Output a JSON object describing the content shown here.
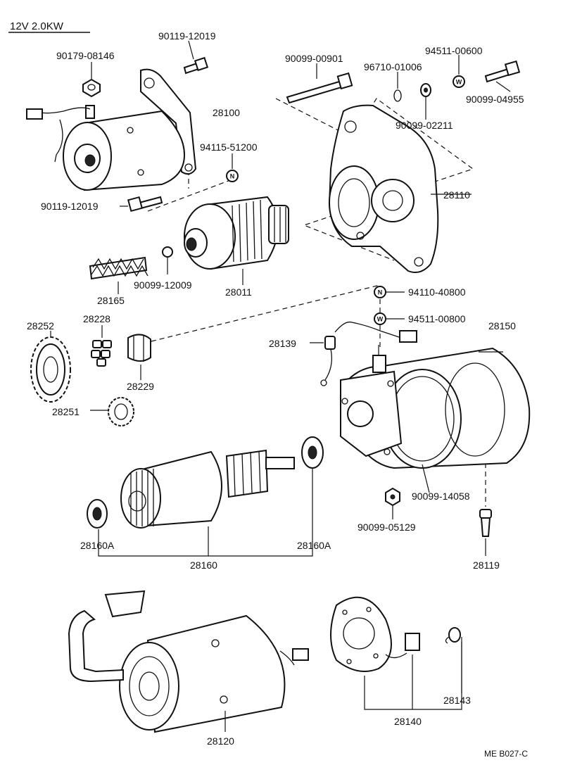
{
  "title": "12V 2.0KW",
  "drawing_code": "ME B027-C",
  "symbols": {
    "n": "N",
    "w": "W"
  },
  "labels": {
    "l90119_top": "90119-12019",
    "l90179": "90179-08146",
    "l90099_00901": "90099-00901",
    "l96710": "96710-01006",
    "l94511_00600": "94511-00600",
    "l90099_04955": "90099-04955",
    "l28100": "28100",
    "l90099_02211": "90099-02211",
    "l94115": "94115-51200",
    "l28110": "28110",
    "l90119_bot": "90119-12019",
    "l90099_12009": "90099-12009",
    "l28165": "28165",
    "l28011": "28011",
    "l94110": "94110-40800",
    "l94511_00800": "94511-00800",
    "l28252": "28252",
    "l28228": "28228",
    "l28150": "28150",
    "l28139": "28139",
    "l28229": "28229",
    "l28251": "28251",
    "l90099_14058": "90099-14058",
    "l90099_05129": "90099-05129",
    "l28160A_left": "28160A",
    "l28160A_right": "28160A",
    "l28160": "28160",
    "l28119": "28119",
    "l28143": "28143",
    "l28140": "28140",
    "l28120": "28120"
  }
}
